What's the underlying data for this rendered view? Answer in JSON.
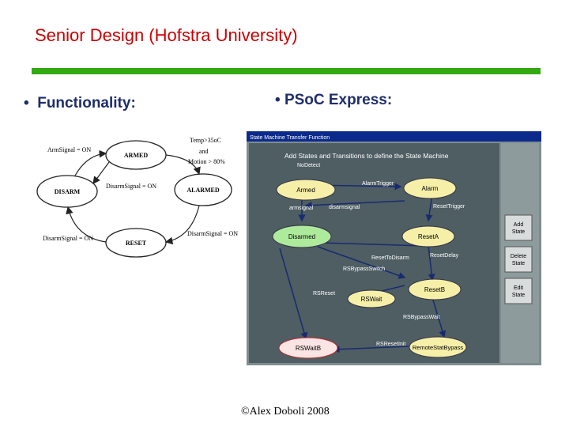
{
  "slide": {
    "title": "Senior Design (Hofstra University)",
    "bullet_left": "Functionality:",
    "bullet_right": "PSoC Express:",
    "bullet_marker": "•",
    "footer": "©Alex Doboli 2008"
  },
  "state_diagram": {
    "states": [
      "ARMED",
      "DISARM",
      "ALARMED",
      "RESET"
    ],
    "transitions": [
      "ArmSignal = ON",
      "Temp>35oC",
      "and",
      "Motion > 80%",
      "DisarmSignal = ON",
      "DisarmSignal = ON",
      "DisarmSignal = ON"
    ]
  },
  "psoc_screenshot": {
    "window_title": "State Machine Transfer Function",
    "header": "Add States and Transitions to define the State Machine",
    "states": [
      "Armed",
      "Alarm",
      "Disarmed",
      "ResetA",
      "ResetB",
      "RSWait",
      "RSWaitB",
      "RemoteStatBypass"
    ],
    "transitions": [
      "NoDetect",
      "AlarmTrigger",
      "armsignal",
      "disarmsignal",
      "ResetTrigger",
      "ResetDelay",
      "ResetToDisarm",
      "RSBypassSwitch",
      "RSReset",
      "RSBypassWait",
      "RSResetInit"
    ],
    "buttons": {
      "add": [
        "Add",
        "State"
      ],
      "delete": [
        "Delete",
        "State"
      ],
      "edit": [
        "Edit",
        "State"
      ]
    }
  }
}
